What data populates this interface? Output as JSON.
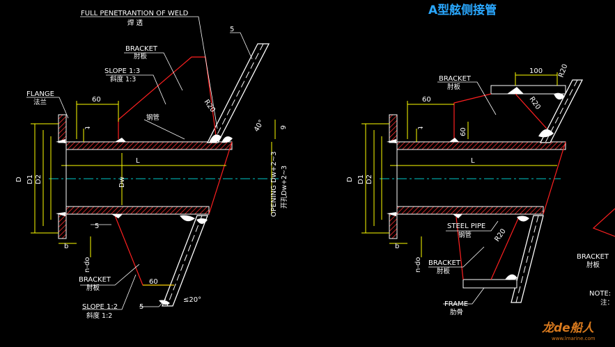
{
  "title": "A型舷侧接管",
  "colors": {
    "background": "#000000",
    "outline": "#ffffff",
    "dimension": "#ffff00",
    "leader": "#ff2020",
    "centerline": "#00c8c8",
    "hatch": "#ff3030",
    "title": "#2aa8ff",
    "logo": "#d97a1e"
  },
  "left": {
    "weld_en": "FULL PENETRANTION OF WELD",
    "weld_cn": "焊 透",
    "bracket_top_en": "BRACKET",
    "bracket_top_cn": "肘板",
    "slope_top_en": "SLOPE 1:3",
    "slope_top_cn": "斜度 1:3",
    "flange_en": "FLANGE",
    "flange_cn": "法兰",
    "pipe_cn": "钢管",
    "dim_60": "60",
    "dim_5_top": "5",
    "dim_r20": "R20",
    "dim_40deg": "40°",
    "dim_6": "6",
    "dim_t": "t",
    "dim_L": "L",
    "dim_Dw": "Dw",
    "dim_D": "D",
    "dim_D1": "D1",
    "dim_D2": "D2",
    "opening_en": "OPENING Dw+2~3",
    "opening_cn": "开孔Dw+2~3",
    "dim_5_bottom": "5",
    "dim_b": "b",
    "dim_ndo": "n-do",
    "bracket_bot_en": "BRACKET",
    "bracket_bot_cn": "肘板",
    "dim_60_bottom": "60",
    "slope_bot_en": "SLOPE 1:2",
    "slope_bot_cn": "斜度 1:2",
    "dim_5_bot2": "5",
    "dim_20deg": "≤20°"
  },
  "right": {
    "bracket_top_en": "BRACKET",
    "bracket_top_cn": "肘板",
    "dim_100": "100",
    "dim_r20_a": "R20",
    "dim_r20_b": "R20",
    "dim_60": "60",
    "dim_60_v": "60",
    "dim_t": "t",
    "dim_L": "L",
    "dim_D": "D",
    "dim_D1": "D1",
    "dim_D2": "D2",
    "steel_pipe_en": "STEEL PIPE",
    "steel_pipe_cn": "钢管",
    "dim_r20_c": "R20",
    "dim_b": "b",
    "dim_ndo": "n-do",
    "bracket_bot_en": "BRACKET",
    "bracket_bot_cn": "肘板",
    "frame_en": "FRAME",
    "frame_cn": "肋骨"
  },
  "edge": {
    "bracket_en": "BRACKET",
    "bracket_cn": "肘板",
    "note": "NOTE:",
    "note_cn": "注："
  },
  "logo": {
    "text": "龙de船人",
    "url": "www.lmarine.com"
  }
}
